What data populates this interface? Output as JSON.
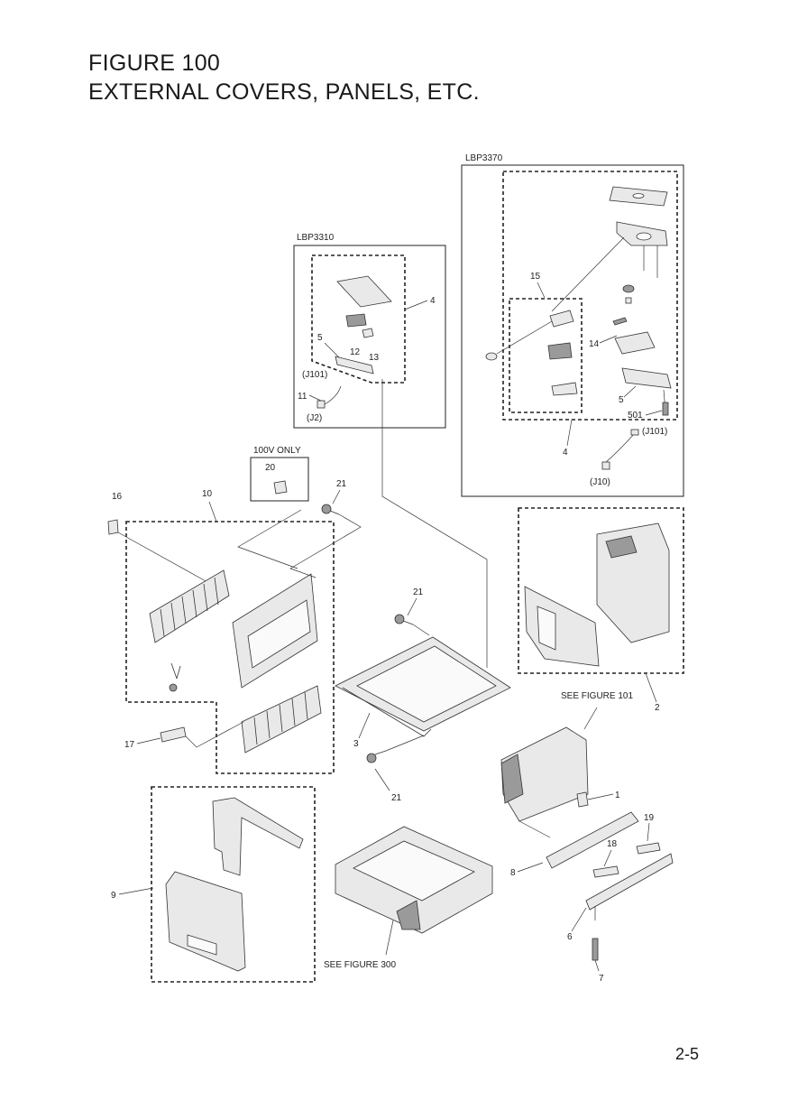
{
  "figure": {
    "title_line1": "FIGURE 100",
    "title_line2": "EXTERNAL COVERS, PANELS, ETC.",
    "page_number": "2-5"
  },
  "boxes": {
    "lbp3370": "LBP3370",
    "lbp3310": "LBP3310",
    "v100_only": "100V ONLY"
  },
  "references": {
    "fig101": "SEE FIGURE 101",
    "fig300": "SEE FIGURE 300"
  },
  "labels": {
    "p1": "1",
    "p2": "2",
    "p3": "3",
    "p4_a": "4",
    "p4_b": "4",
    "p5_a": "5",
    "p5_b": "5",
    "p6": "6",
    "p7": "7",
    "p8": "8",
    "p9": "9",
    "p10": "10",
    "p11": "11",
    "p12": "12",
    "p13": "13",
    "p14": "14",
    "p15": "15",
    "p16": "16",
    "p17": "17",
    "p18": "18",
    "p19": "19",
    "p20": "20",
    "p21_a": "21",
    "p21_b": "21",
    "p21_c": "21",
    "p501": "501",
    "j101_a": "(J101)",
    "j101_b": "(J101)",
    "j2": "(J2)",
    "j10": "(J10)"
  }
}
